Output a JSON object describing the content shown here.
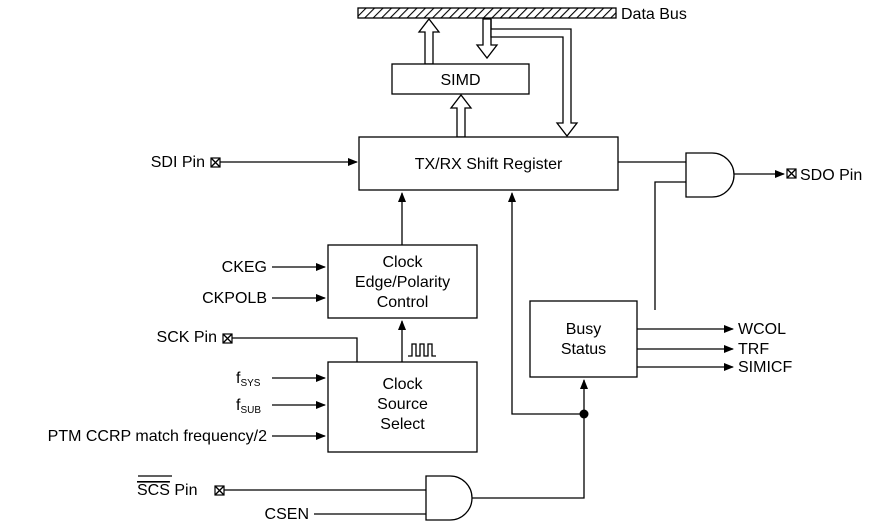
{
  "bus": {
    "label": "Data Bus"
  },
  "blocks": {
    "simd": "SIMD",
    "shift_register": "TX/RX Shift Register",
    "clock_edge": [
      "Clock",
      "Edge/Polarity",
      "Control"
    ],
    "clock_source": [
      "Clock",
      "Source",
      "Select"
    ],
    "busy_status": [
      "Busy",
      "Status"
    ]
  },
  "pins": {
    "sdi": "SDI Pin",
    "sdo": "SDO Pin",
    "sck": "SCK Pin",
    "scs": "SCS",
    "scs_suffix": " Pin"
  },
  "inputs": {
    "ckeg": "CKEG",
    "ckpolb": "CKPOLB",
    "fsys_main": "f",
    "fsys_sub": "SYS",
    "fsub_main": "f",
    "fsub_sub": "SUB",
    "ptm": "PTM CCRP match frequency/2",
    "csen": "CSEN"
  },
  "outputs": {
    "wcol": "WCOL",
    "trf": "TRF",
    "simicf": "SIMICF"
  }
}
